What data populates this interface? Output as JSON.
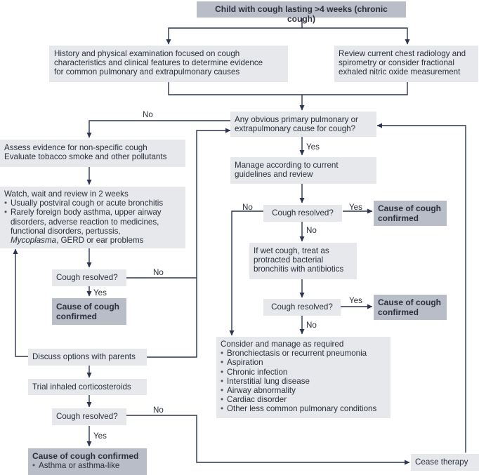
{
  "start": "Child with cough lasting >4 weeks (chronic cough)",
  "history_exam": [
    "History and physical examination focused on cough",
    "characteristics and clinical features to determine evidence",
    "for common pulmonary and extrapulmonary causes"
  ],
  "review_radiology": [
    "Review current chest radiology and",
    "spirometry or consider fractional",
    "exhaled nitric oxide measurement"
  ],
  "obvious_cause": [
    "Any obvious primary pulmonary or",
    "extrapulmonary cause for cough?"
  ],
  "assess_evidence": [
    "Assess evidence for non-specific cough",
    "Evaluate tobacco smoke and other pollutants"
  ],
  "watch_wait": {
    "title": "Watch, wait and review in 2 weeks",
    "bullet1": "Usually postviral cough or acute bronchitis",
    "bullet2_lines": [
      "Rarely foreign body asthma, upper airway",
      "disorders, adverse reaction to medicines,",
      "functional disorders, pertussis,"
    ],
    "bullet2_italic": "Mycoplasma",
    "bullet2_tail": ", GERD or ear problems"
  },
  "manage_guidelines": [
    "Manage according to current",
    "guidelines and review"
  ],
  "cough_resolved": "Cough resolved?",
  "cause_confirmed": [
    "Cause of cough",
    "confirmed"
  ],
  "wet_cough": [
    "If wet cough, treat as",
    "protracted bacterial",
    "bronchitis with antibiotics"
  ],
  "consider_manage": {
    "title": "Consider and manage as required",
    "items": [
      "Bronchiectasis or recurrent pneumonia",
      "Aspiration",
      "Chronic infection",
      "Interstitial lung disease",
      "Airway abnormality",
      "Cardiac disorder",
      "Other less common pulmonary conditions"
    ]
  },
  "discuss_options": "Discuss options with parents",
  "trial_ics": "Trial inhaled corticosteroids",
  "cause_confirmed_final": "Cause of cough confirmed",
  "asthma_item": "Asthma or asthma-like",
  "cease_therapy": "Cease therapy",
  "labels": {
    "yes": "Yes",
    "no": "No"
  }
}
